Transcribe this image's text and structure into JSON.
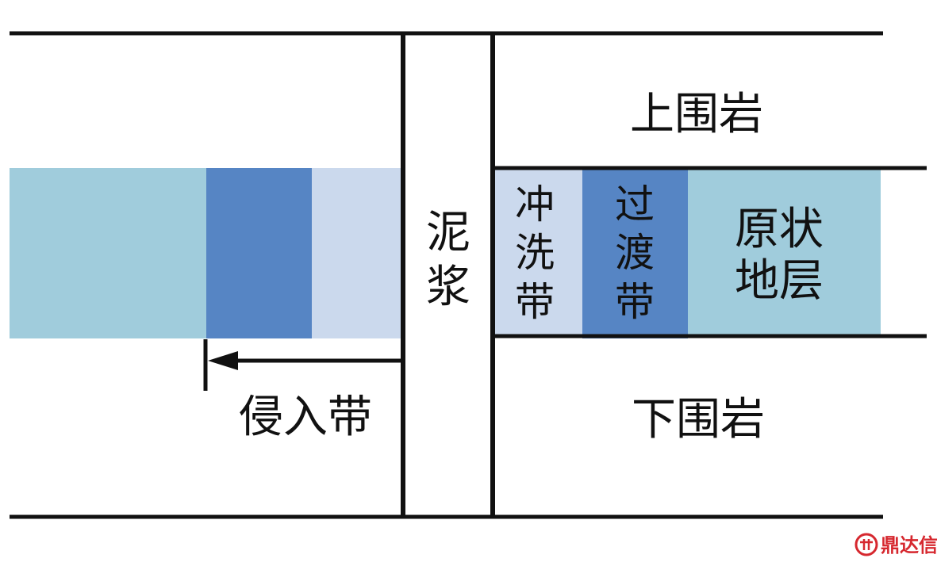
{
  "labels": {
    "mud": [
      "泥",
      "浆"
    ],
    "upper_rock": "上围岩",
    "lower_rock": "下围岩",
    "invaded_zone": "侵入带",
    "flushed_zone": [
      "冲",
      "洗",
      "带"
    ],
    "transition_zone": [
      "过",
      "渡",
      "带"
    ],
    "virgin_formation": [
      "原状",
      "地层"
    ]
  },
  "colors": {
    "virgin": "#a0ccdc",
    "transition": "#5685c4",
    "flushed": "#cbd9ed",
    "line": "#111111",
    "watermark": "#d6282f"
  },
  "watermark": {
    "text": "鼎达信"
  }
}
